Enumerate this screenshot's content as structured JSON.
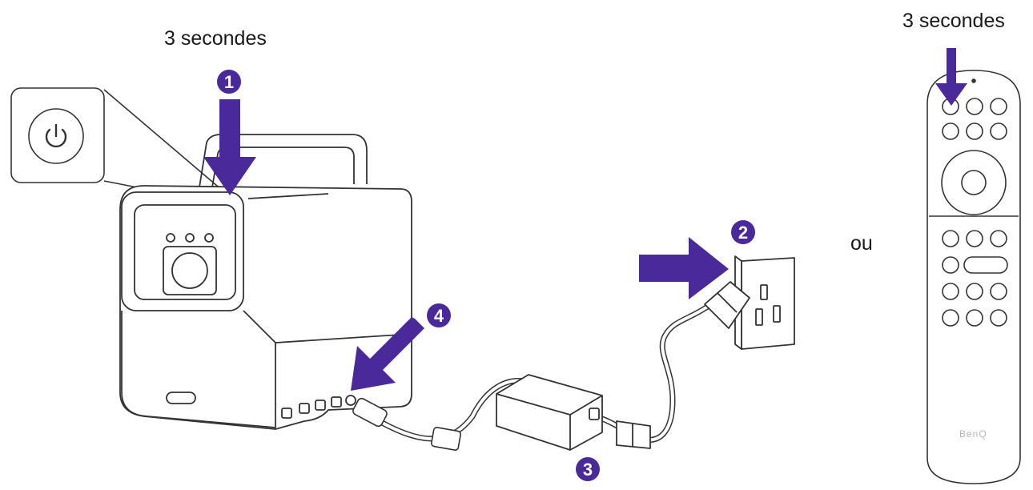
{
  "labels": {
    "left_duration": "3 secondes",
    "right_duration": "3 secondes",
    "or_text": "ou"
  },
  "steps": [
    "1",
    "2",
    "3",
    "4"
  ],
  "remote_brand": "BenQ",
  "colors": {
    "accent": "#4a2a9a",
    "line": "#333333",
    "text": "#1a1a1a"
  },
  "icons": [
    "power-icon",
    "projector",
    "power-adapter",
    "wall-socket",
    "remote-control"
  ]
}
